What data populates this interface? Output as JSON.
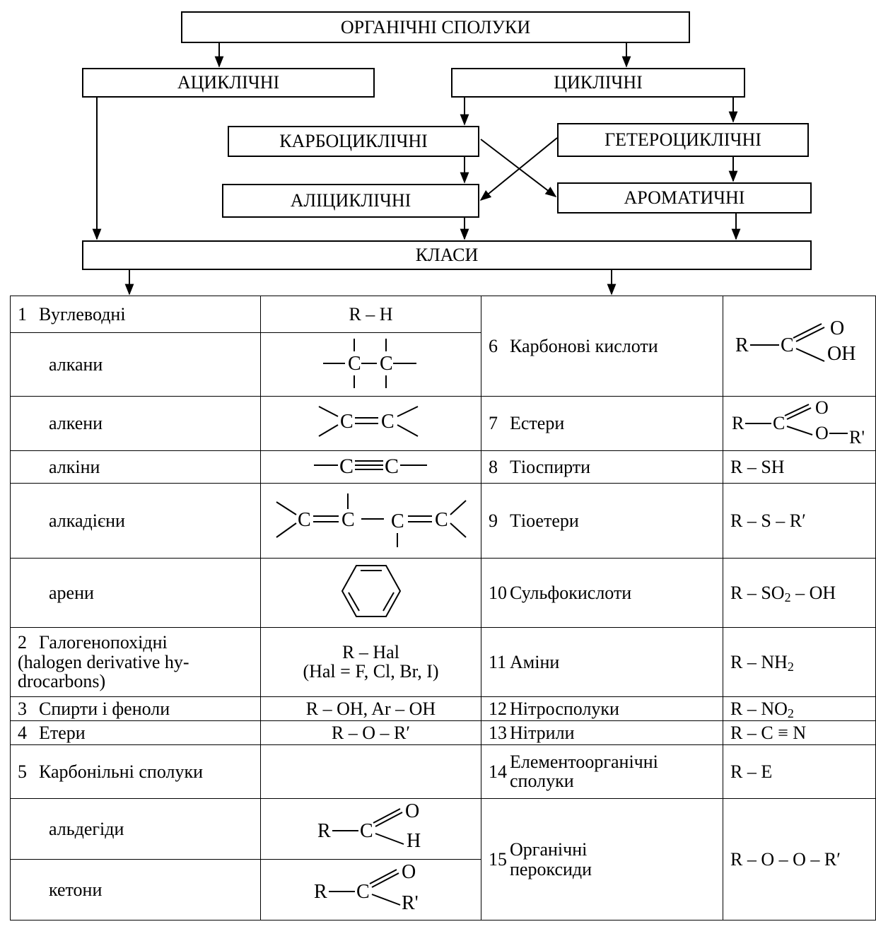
{
  "flowchart": {
    "root": "ОРГАНІЧНІ СПОЛУКИ",
    "acyclic": "АЦИКЛІЧНІ",
    "cyclic": "ЦИКЛІЧНІ",
    "carbocyclic": "КАРБОЦИКЛІЧНІ",
    "heterocyclic": "ГЕТЕРОЦИКЛІЧНІ",
    "alicyclic": "АЛІЦИКЛІЧНІ",
    "aromatic": "АРОМАТИЧНІ",
    "classes": "КЛАСИ"
  },
  "table": {
    "left": [
      {
        "num": "1",
        "name": "Вуглеводні",
        "formula": "R – H"
      },
      {
        "name": "алкани",
        "formula_icon": "alkane-structure"
      },
      {
        "name": "алкени",
        "formula_icon": "alkene-structure"
      },
      {
        "name": "алкіни",
        "formula_icon": "alkyne-structure"
      },
      {
        "name": "алкадієни",
        "formula_icon": "alkadiene-structure"
      },
      {
        "name": "арени",
        "formula_icon": "benzene-ring"
      },
      {
        "num": "2",
        "name": "Галогенопохідні",
        "name_line2": "(halogen derivative hy-",
        "name_line3": "drocarbons)",
        "formula": "R – Hal",
        "formula_line2": "(Hal = F, Cl, Br, I)"
      },
      {
        "num": "3",
        "name": "Спирти і феноли",
        "formula": "R – OH, Ar – OH"
      },
      {
        "num": "4",
        "name": "Етери",
        "formula": "R – O – R′"
      },
      {
        "num": "5",
        "name": "Карбонільні сполуки",
        "formula": ""
      },
      {
        "name": "альдегіди",
        "formula_icon": "aldehyde-group"
      },
      {
        "name": "кетони",
        "formula_icon": "ketone-group"
      }
    ],
    "right": [
      {
        "num": "6",
        "name": "Карбонові кислоти",
        "formula_icon": "carboxyl-group"
      },
      {
        "num": "7",
        "name": "Естери",
        "formula_icon": "ester-group"
      },
      {
        "num": "8",
        "name": "Тіоспирти",
        "formula": "R – SH"
      },
      {
        "num": "9",
        "name": "Тіоетери",
        "formula": "R – S – R′"
      },
      {
        "num": "10",
        "name": "Сульфокислоти",
        "formula_a": "R – SO",
        "formula_sub": "2",
        "formula_b": " – OH"
      },
      {
        "num": "11",
        "name": "Аміни",
        "formula_a": "R – NH",
        "formula_sub": "2"
      },
      {
        "num": "12",
        "name": "Нітросполуки",
        "formula_a": "R – NO",
        "formula_sub": "2"
      },
      {
        "num": "13",
        "name": "Нітрили",
        "formula": "R – C ≡ N"
      },
      {
        "num": "14",
        "name": "Елементоорганічні",
        "name_line2": "сполуки",
        "formula": "R – E"
      },
      {
        "num": "15",
        "name": "Органічні",
        "name_line2": "пероксиди",
        "formula": "R – O – O – R′"
      }
    ]
  },
  "structure_text": {
    "c": "C",
    "r": "R",
    "o": "O",
    "h": "H",
    "oh": "OH",
    "r_prime": "R'"
  }
}
